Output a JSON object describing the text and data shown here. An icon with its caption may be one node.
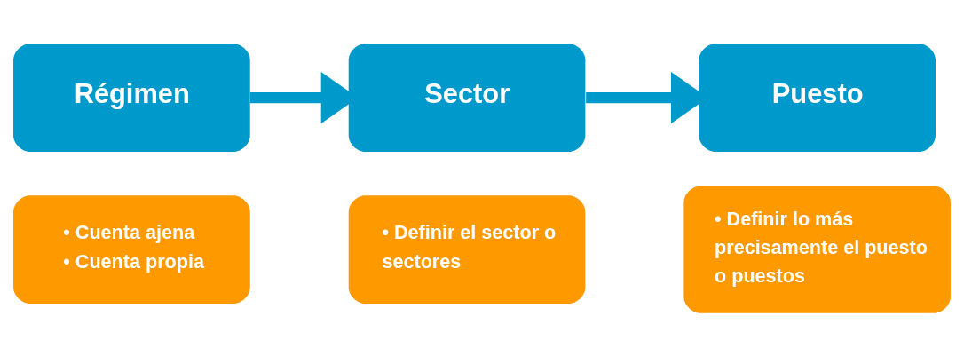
{
  "diagram": {
    "nodes": [
      {
        "text": [
          "Régimen"
        ]
      },
      {
        "text": [
          "• Cuenta ajena",
          "• Cuenta propia"
        ]
      },
      {
        "text": [
          "Sector"
        ]
      },
      {
        "text": [
          "• Definir el sector o sectores"
        ]
      },
      {
        "text": [
          "Puesto"
        ]
      },
      {
        "text": [
          "• Definir lo más precisamente el puesto o puestos"
        ]
      }
    ],
    "edges": [
      {
        "from": 0,
        "to": 2,
        "arrow": "to"
      },
      {
        "from": 2,
        "to": 4,
        "arrow": "to"
      }
    ]
  }
}
